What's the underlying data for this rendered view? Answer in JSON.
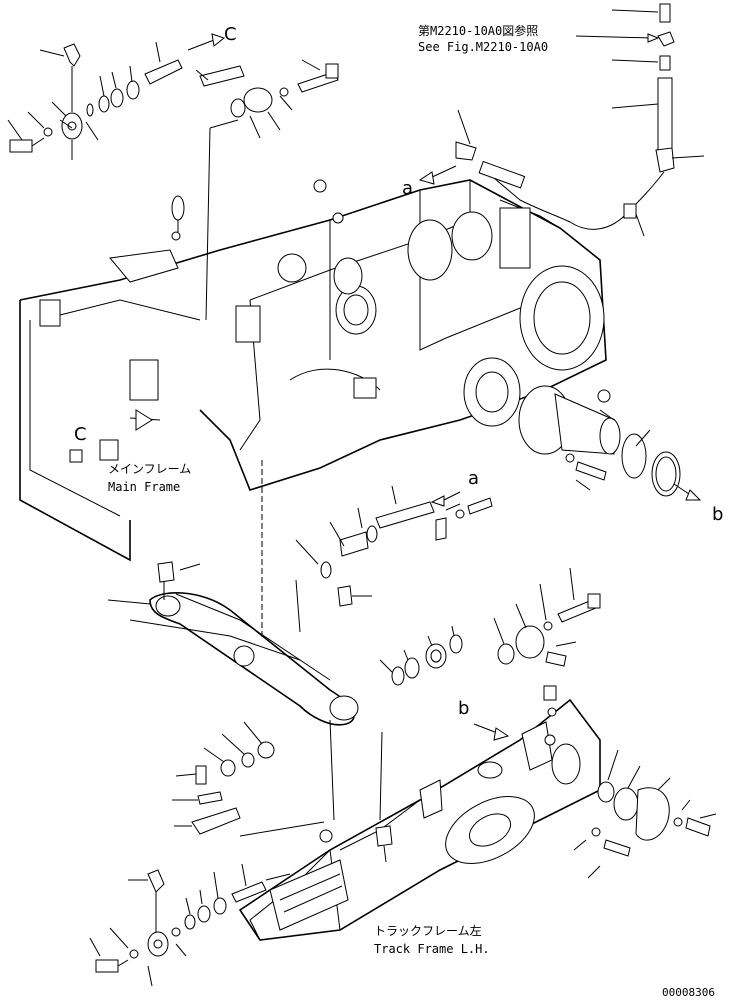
{
  "references": {
    "see_fig_jp": "第M2210-10A0図参照",
    "see_fig_en": "See Fig.M2210-10A0"
  },
  "callouts": {
    "c_top": "C",
    "c_left": "C",
    "a_upper": "a",
    "a_mid": "a",
    "b_right": "b",
    "b_lower": "b"
  },
  "labels": {
    "main_frame_jp": "メインフレーム",
    "main_frame_en": "Main Frame",
    "track_frame_jp": "トラックフレーム左",
    "track_frame_en": "Track Frame L.H."
  },
  "drawing_number": "00008306"
}
